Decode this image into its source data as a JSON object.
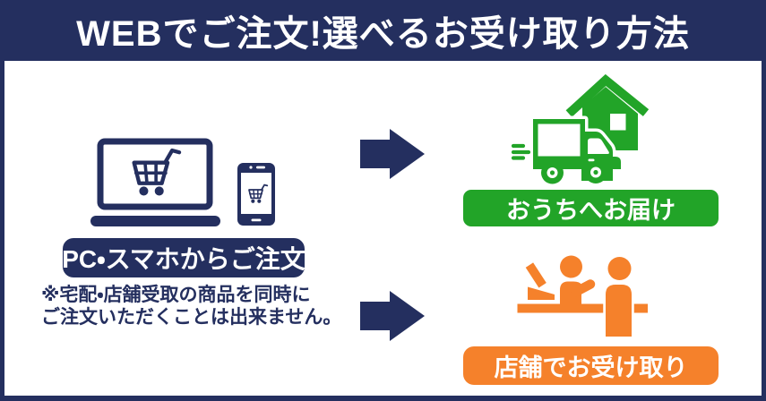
{
  "header": {
    "title": "WEBでご注文!選べるお受け取り方法"
  },
  "order": {
    "badge_label": "PC・スマホからご注文",
    "note_line1": "※宅配・店舗受取の商品を同時に",
    "note_line2": "ご注文いただくことは出来ません。"
  },
  "options": {
    "home_delivery": {
      "label": "おうちへお届け"
    },
    "store_pickup": {
      "label": "店舗でお受け取り"
    }
  },
  "icons": {
    "laptop_cart": "laptop-with-shopping-cart",
    "smartphone_cart": "smartphone-with-shopping-cart",
    "arrow": "right-arrow",
    "home_delivery": "delivery-truck-and-house",
    "store_pickup": "store-counter-staff-and-customer"
  },
  "colors": {
    "navy": "#242f5f",
    "green": "#22a428",
    "orange": "#f5812b",
    "bg": "#ffffff"
  }
}
